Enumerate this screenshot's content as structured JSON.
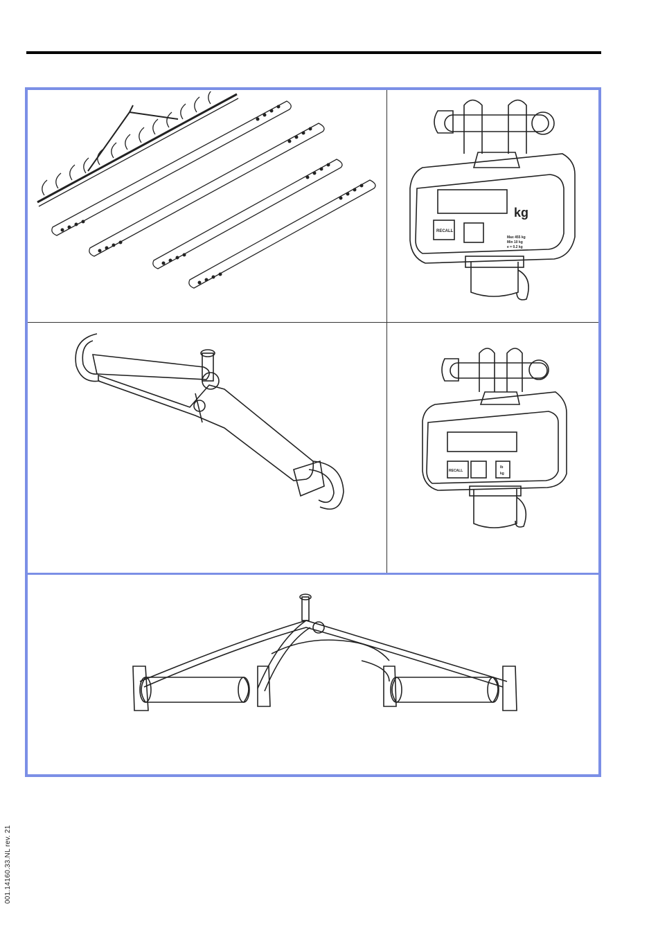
{
  "document": {
    "revision_code": "001.14160.33.NL rev. 21"
  },
  "scale_large": {
    "unit_label": "kg",
    "recall_label": "RECALL",
    "specs": [
      "Max 455 kg",
      "Min 10 kg",
      "e = 0.2 kg"
    ]
  },
  "scale_small": {
    "recall_label": "RECALL",
    "unit_toggle": [
      "lb",
      "kg"
    ]
  },
  "colors": {
    "frame_accent": "#7b8fe6",
    "rule": "#000000"
  }
}
